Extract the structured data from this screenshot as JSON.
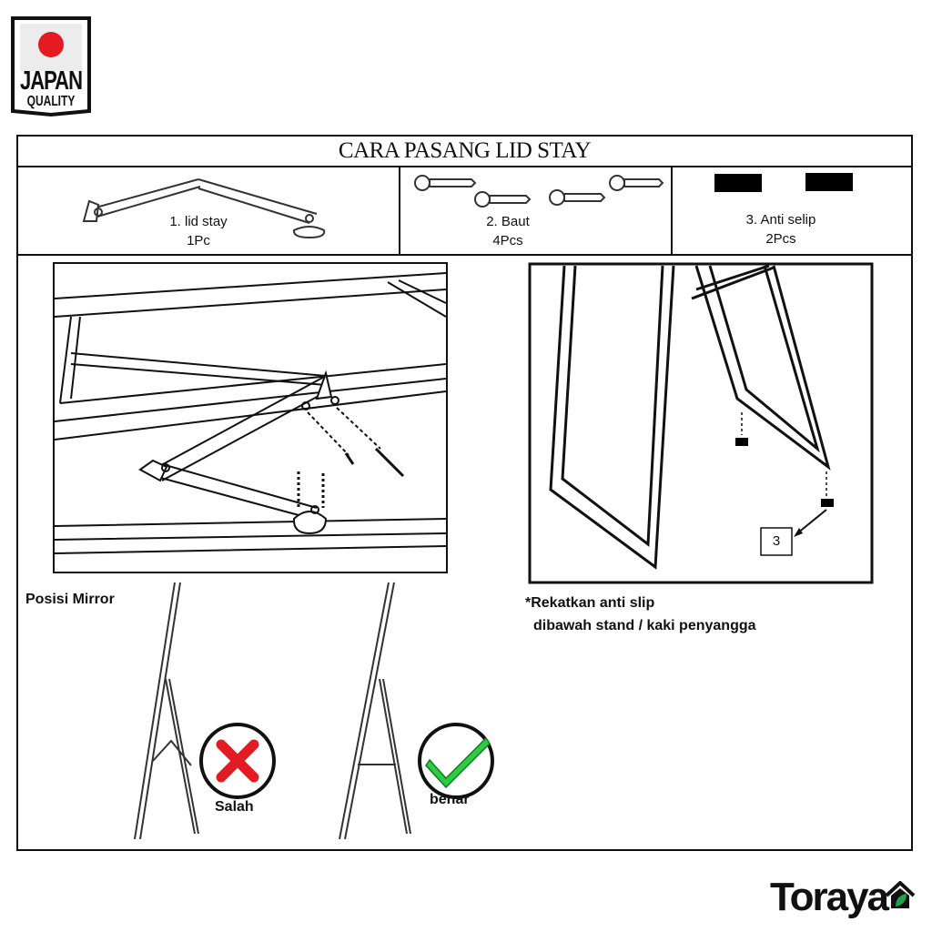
{
  "badge": {
    "line1": "JAPAN",
    "line2": "QUALITY"
  },
  "title": "CARA PASANG LID STAY",
  "parts": [
    {
      "name": "1. lid stay",
      "qty": "1Pc"
    },
    {
      "name": "2. Baut",
      "qty": "4Pcs"
    },
    {
      "name": "3. Anti selip",
      "qty": "2Pcs"
    }
  ],
  "callout_number": "3",
  "mirror_position_label": "Posisi Mirror",
  "wrong_label": "Salah",
  "right_label": "benar",
  "note_line1": "*Rekatkan anti slip",
  "note_line2": "dibawah stand / kaki penyangga",
  "brand": "Toraya",
  "colors": {
    "red": "#e31b23",
    "green": "#2ecc40",
    "brand_green": "#1fa34a"
  }
}
